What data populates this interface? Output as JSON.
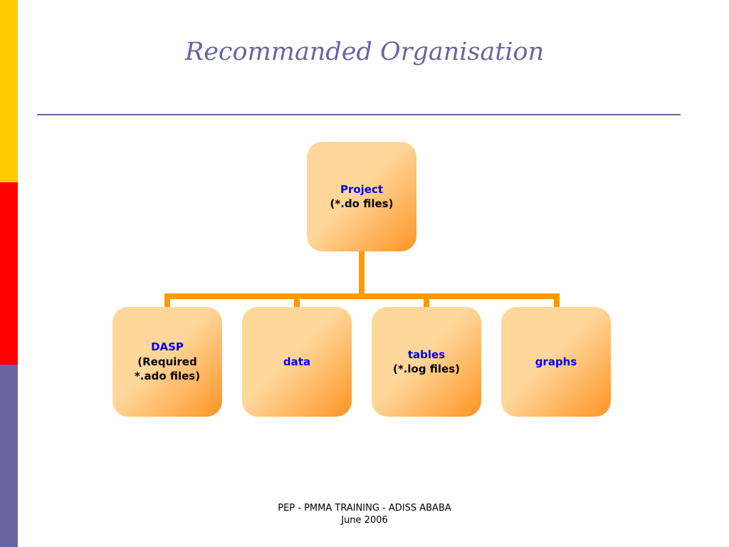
{
  "colors": {
    "side_yellow": "#FFCC00",
    "side_red": "#FF0000",
    "side_blue": "#6666A3",
    "title": "#6666A3",
    "rule": "#6666A3",
    "connector": "#FF9900",
    "node_light": "#FFD79A",
    "node_dark": "#FF9424",
    "node_text": "#0000EE"
  },
  "slide": {
    "title": "Recommanded Organisation"
  },
  "diagram": {
    "root": {
      "name": "Project",
      "desc": "(*.do files)"
    },
    "children": [
      {
        "name": "DASP",
        "desc": "(Required *.ado files)"
      },
      {
        "name": "data",
        "desc": ""
      },
      {
        "name": "tables",
        "desc": "(*.log files)"
      },
      {
        "name": "graphs",
        "desc": ""
      }
    ]
  },
  "footer": {
    "line1": "PEP - PMMA TRAINING - ADISS ABABA",
    "line2": "June 2006"
  }
}
